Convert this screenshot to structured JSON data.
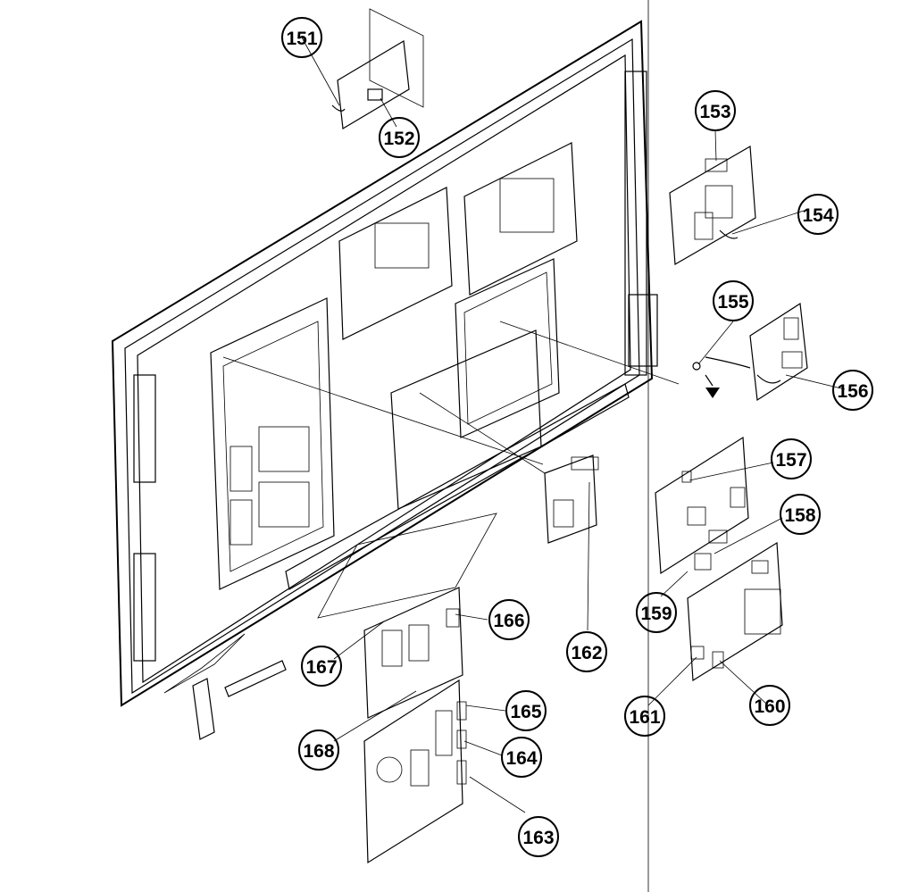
{
  "callouts": [
    {
      "label": "151"
    },
    {
      "label": "152"
    },
    {
      "label": "153"
    },
    {
      "label": "154"
    },
    {
      "label": "155"
    },
    {
      "label": "156"
    },
    {
      "label": "157"
    },
    {
      "label": "158"
    },
    {
      "label": "159"
    },
    {
      "label": "160"
    },
    {
      "label": "161"
    },
    {
      "label": "162"
    },
    {
      "label": "163"
    },
    {
      "label": "164"
    },
    {
      "label": "165"
    },
    {
      "label": "166"
    },
    {
      "label": "167"
    },
    {
      "label": "168"
    }
  ],
  "colors": {
    "ink": "#000000",
    "paper": "#ffffff"
  }
}
